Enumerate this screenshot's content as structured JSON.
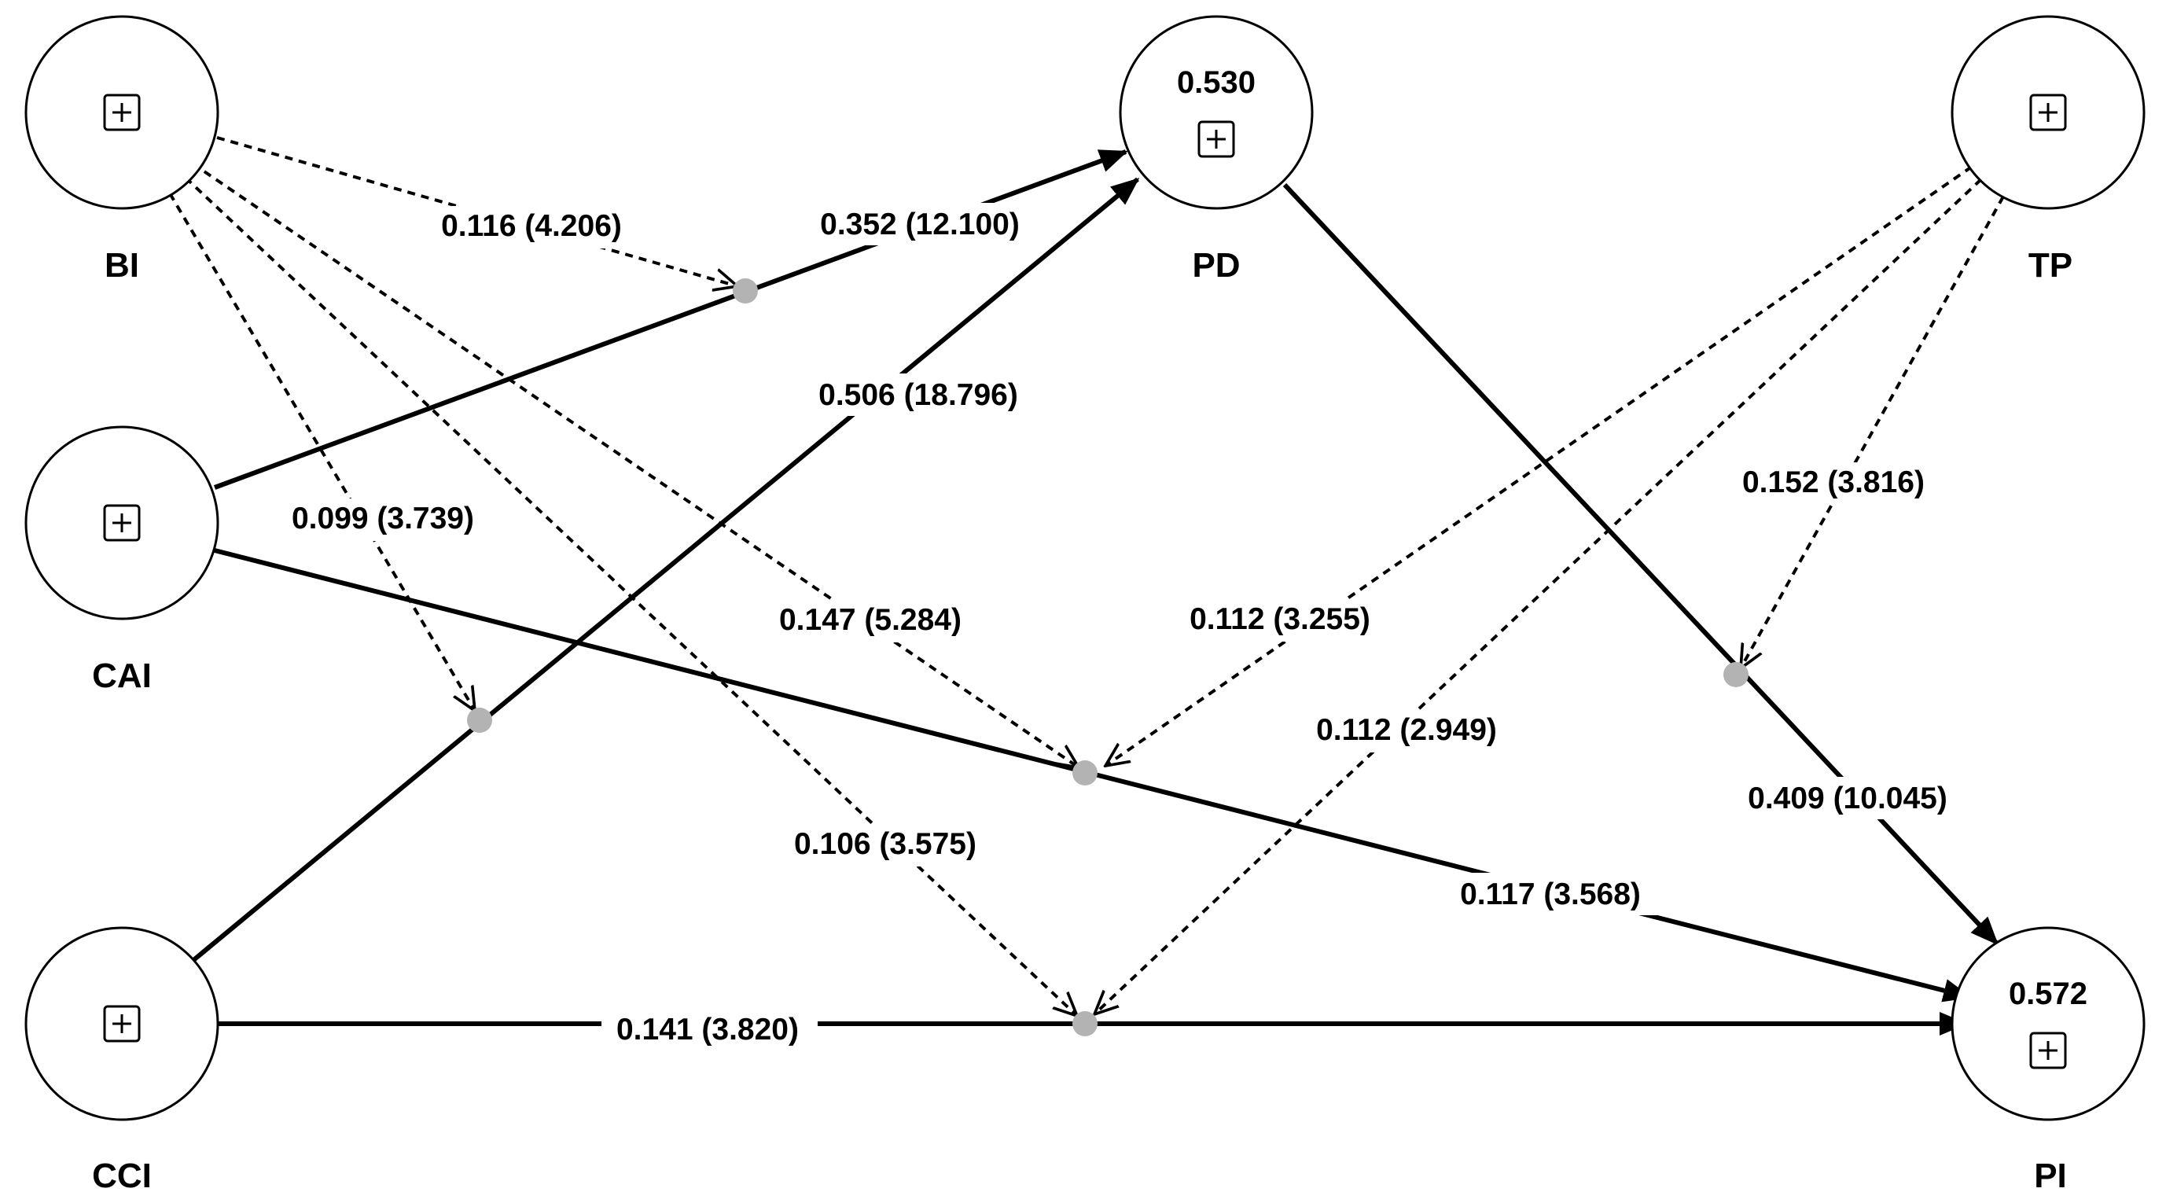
{
  "nodes": [
    {
      "id": "BI",
      "label": "BI",
      "r2": ""
    },
    {
      "id": "CAI",
      "label": "CAI",
      "r2": ""
    },
    {
      "id": "CCI",
      "label": "CCI",
      "r2": ""
    },
    {
      "id": "PD",
      "label": "PD",
      "r2": "0.530"
    },
    {
      "id": "TP",
      "label": "TP",
      "r2": ""
    },
    {
      "id": "PI",
      "label": "PI",
      "r2": "0.572"
    }
  ],
  "paths": [
    {
      "id": "cai-pd",
      "from": "CAI",
      "to": "PD",
      "type": "solid",
      "label": "0.352 (12.100)"
    },
    {
      "id": "cci-pd",
      "from": "CCI",
      "to": "PD",
      "type": "solid",
      "label": "0.506 (18.796)"
    },
    {
      "id": "pd-pi",
      "from": "PD",
      "to": "PI",
      "type": "solid",
      "label": "0.409 (10.045)"
    },
    {
      "id": "cai-pi",
      "from": "CAI",
      "to": "PI",
      "type": "solid",
      "label": "0.117 (3.568)"
    },
    {
      "id": "cci-pi",
      "from": "CCI",
      "to": "PI",
      "type": "solid",
      "label": "0.141 (3.820)"
    },
    {
      "id": "bi-mod-cai-pd",
      "from": "BI",
      "to": "moderation on CAI→PD",
      "type": "dashed",
      "label": "0.116 (4.206)"
    },
    {
      "id": "bi-mod-cci-pd",
      "from": "BI",
      "to": "moderation on CCI→PD",
      "type": "dashed",
      "label": "0.099 (3.739)"
    },
    {
      "id": "bi-mod-cai-pi",
      "from": "BI",
      "to": "moderation on CAI→PI",
      "type": "dashed",
      "label": "0.147 (5.284)"
    },
    {
      "id": "bi-mod-cci-pi",
      "from": "BI",
      "to": "moderation on CCI→PI",
      "type": "dashed",
      "label": "0.106 (3.575)"
    },
    {
      "id": "tp-mod-pd-pi",
      "from": "TP",
      "to": "moderation on PD→PI",
      "type": "dashed",
      "label": "0.152 (3.816)"
    },
    {
      "id": "tp-mod-cai-pi",
      "from": "TP",
      "to": "moderation on CAI→PI",
      "type": "dashed",
      "label": "0.112 (3.255)"
    },
    {
      "id": "tp-mod-cci-pi",
      "from": "TP",
      "to": "moderation on CCI→PI",
      "type": "dashed",
      "label": "0.112 (2.949)"
    }
  ]
}
